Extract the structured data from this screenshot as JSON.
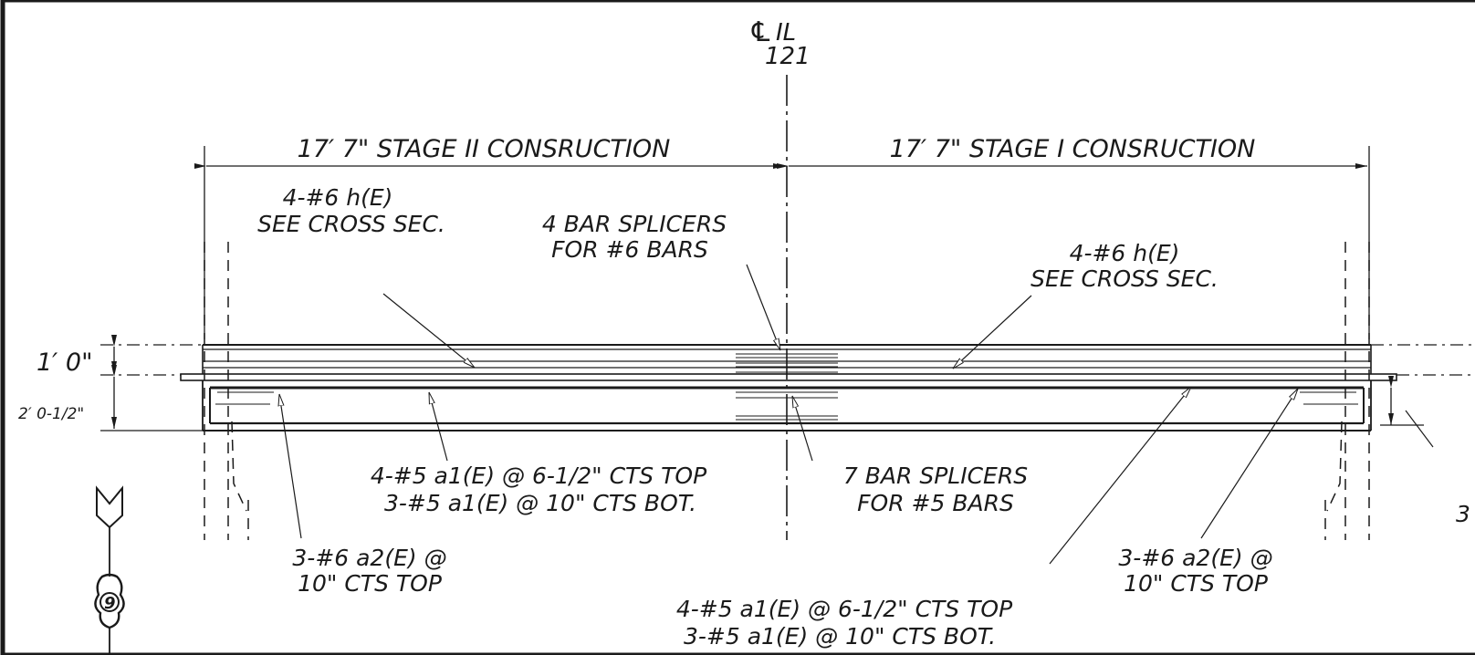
{
  "centerline": {
    "symbol": "℄",
    "route": "IL",
    "number": "121"
  },
  "dims": {
    "stage2": "17′ 7\" STAGE II CONSRUCTION",
    "stage1": "17′ 7\" STAGE I CONSRUCTION",
    "top_thk": "1′ 0\"",
    "bot_thk": "2′ 0-1/2\""
  },
  "notes": {
    "h_left_1": "4-#6 h(E)",
    "h_left_2": "SEE CROSS SEC.",
    "splice6_1": "4 BAR SPLICERS",
    "splice6_2": "FOR #6 BARS",
    "h_right_1": "4-#6 h(E)",
    "h_right_2": "SEE CROSS SEC.",
    "a1_left_1": "4-#5 a1(E) @ 6-1/2\" CTS TOP",
    "a1_left_2": "3-#5 a1(E) @ 10\" CTS BOT.",
    "splice5_1": "7 BAR SPLICERS",
    "splice5_2": "FOR #5 BARS",
    "a2_left_1": "3-#6 a2(E) @",
    "a2_left_2": "10\" CTS TOP",
    "a1_right_1": "4-#5 a1(E) @ 6-1/2\" CTS TOP",
    "a1_right_2": "3-#5 a1(E) @ 10\" CTS BOT.",
    "a2_right_1": "3-#6 a2(E) @",
    "a2_right_2": "10\" CTS TOP",
    "cut_right": "3"
  },
  "callout": {
    "label": "9"
  }
}
